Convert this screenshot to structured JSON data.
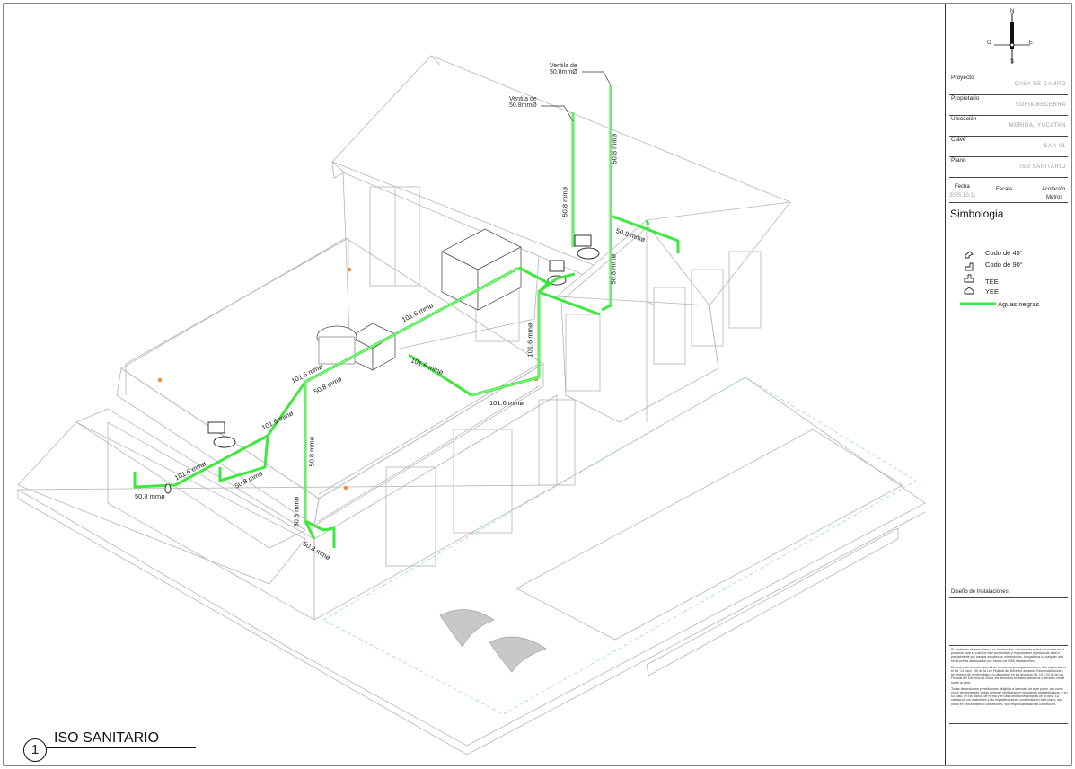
{
  "title_block": {
    "compass": {
      "n": "N",
      "s": "S",
      "e": "E",
      "o": "O"
    },
    "rows": [
      {
        "key": "Proyecto",
        "value": "CASA DE CAMPO"
      },
      {
        "key": "Propietario",
        "value": "SOFIA BECERRA"
      },
      {
        "key": "Ubicación",
        "value": "MERIDA, YUCATAN"
      },
      {
        "key": "Clave",
        "value": "SAN-01"
      },
      {
        "key": "Plano",
        "value": "ISO SANITARIO"
      }
    ],
    "fecha_label": "Fecha",
    "fecha_value": "2025.10.11",
    "escala_label": "Escala",
    "acotacion_label": "Acotación",
    "acotacion_value": "Metros",
    "simbologia_title": "Simbologia",
    "legend": [
      {
        "icon": "elbow-45-icon",
        "label": "Codo de 45°"
      },
      {
        "icon": "elbow-90-icon",
        "label": "Codo de 90°"
      },
      {
        "icon": "tee-icon",
        "label": "TEE"
      },
      {
        "icon": "yee-icon",
        "label": "YEE"
      },
      {
        "icon": "green-line-icon",
        "label": "Aguas negras"
      }
    ],
    "pipe_color": "#3ee83e",
    "diseno_label": "Diseño de Instalaciones",
    "notes": [
      "El contenido de este plano y su información, únicamente podrá ser usada en el proyecto para el cual fue este proyectado y no podrá ser reproducido total o parcialmente por medios mecánicos, electrónicos, fotográficos o cualquier otro, sin la previa autorización por escrito de ISMI Instalaciones.",
      "El contenido de este material se encuentra protegido conforme a lo dispuesto en el art. 13 fracc. VIII de la Ley Federal del Derecho de autor. Esta instalaciones, se reserva de conformidad a lo dispuesto en los artículos 18, 19 y 20 de la Ley Federal del Derecho de Autor, los derechos morales, artísticos o derecho moral sobre la obra.",
      "Todas dimensiones y mediciones dirigidas a la escala de este plano, así como cruce del contenido, todas deberán verificarse en los planos arquitectónicos, y en su caso, en los planos de forma y en las condiciones propias de la obra. La calidad de los materiales y las especificaciones contenidas en este plano, así como en procedimiento constructivo, son responsabilidad del constructor."
    ]
  },
  "drawing": {
    "view_number": "1",
    "view_title": "ISO SANITARIO",
    "annotations": [
      {
        "id": "ventila-1",
        "text": "Ventila de\n50.8mmØ"
      },
      {
        "id": "ventila-2",
        "text": "Ventila de\n50.8mmØ"
      }
    ],
    "dimensions": [
      {
        "id": "d-vent-right",
        "text": "50.8 mmø"
      },
      {
        "id": "d-vent-left",
        "text": "50.8 mmø"
      },
      {
        "id": "d-vent-right-lower",
        "text": "50.8 mmø"
      },
      {
        "id": "d-roof-branch",
        "text": "50.8 mmø"
      },
      {
        "id": "d-main-upper",
        "text": "101.6 mmø"
      },
      {
        "id": "d-main-diag",
        "text": "101.6 mmø"
      },
      {
        "id": "d-main-vertical",
        "text": "101.6 mmø"
      },
      {
        "id": "d-main-bottom",
        "text": "101.6 mmø"
      },
      {
        "id": "d-tank-branch",
        "text": "101.6 mmø"
      },
      {
        "id": "d-tank-lower",
        "text": "50.8 mmø"
      },
      {
        "id": "d-left-branch",
        "text": "101.6 mmø"
      },
      {
        "id": "d-left-main",
        "text": "101.6 mmø"
      },
      {
        "id": "d-left-wc",
        "text": "50.8 mmø"
      },
      {
        "id": "d-left-end",
        "text": "50.8 mmø"
      },
      {
        "id": "d-riser-down",
        "text": "50.8 mmø"
      },
      {
        "id": "d-riser-low",
        "text": "50.8 mmø"
      },
      {
        "id": "d-bottom-elbow",
        "text": "50.8 mmø"
      }
    ]
  }
}
